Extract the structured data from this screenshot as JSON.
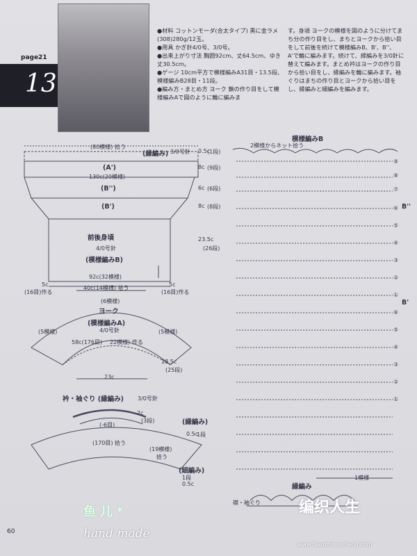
{
  "header": {
    "page_label": "page21",
    "pattern_number": "13"
  },
  "materials": {
    "line1": "●材料 コットンモーダ(合太タイプ) 黒に金ラメ(308)280g/12玉。",
    "line2": "●用具 かぎ針4/0号、3/0号。",
    "line3": "●出来上がり寸法 胸囲92cm、丈64.5cm、ゆき丈30.5cm。",
    "line4": "●ゲージ 10cm平方で模様編みA31目・13.5段、模様編みB28目・11段。",
    "line5": "●編み方・まとめ方 ヨーク 鎖の作り目をして模様編みAで図のように輪に編みま"
  },
  "steps_text": "す。身頃 ヨークの模様を図のように分けてまち分の作り目をし、まちとヨークから拾い目をして前後を続けて模様編みB、B'、B''、A'で輪に編みます。続けて、縁編みを3/0針に替えて編みます。まとめ衿はヨークの作り目から拾い目をし、縁編みを輪に編みます。袖ぐりはまちの作り目とヨークから拾い目をし、縁編みと細編みを編みます。",
  "body_diagram": {
    "top_pickup": "(80模様) 拾う",
    "edge_label": "(縁編み)",
    "edge_needle": "3/0号針",
    "edge_h": "0.5c",
    "edge_rows": "(1段)",
    "band1": "(A')",
    "band1_h": "8c",
    "band1_rows": "(9段)",
    "width_label": "130c(20模様)",
    "band2": "(B'')",
    "band2_h": "6c",
    "band2_rows": "(6段)",
    "band3": "(B')",
    "band3_h": "8c",
    "band3_rows": "(8段)",
    "main_h": "23.5c",
    "main_rows": "(26段)",
    "title": "前後身頃",
    "needle": "4/0号針",
    "pattern": "(模様編みB)",
    "bottom_width": "92c(32模様)",
    "gusset_left": "5c",
    "gusset_left_rows": "(16目)作る",
    "center_pick": "40c(14模様) 拾う",
    "gusset_right": "5c",
    "gusset_right_rows": "(16目)作る"
  },
  "yoke_diagram": {
    "top": "(6模様)",
    "title": "ヨーク",
    "pattern": "(模様編みA)",
    "needle": "4/0号針",
    "side_left": "(5模様)",
    "side_right": "(5模様)",
    "inner": "58c(176目)",
    "inner_make": "22模様) 作る",
    "depth": "18.5c",
    "depth_rows": "(25段)",
    "width": "23c"
  },
  "collar_diagram": {
    "title": "衿・袖ぐり (縁編み)",
    "needle": "3/0号針",
    "top_h": "2c",
    "top_rows": "(3段)",
    "ring": "(-6目)",
    "pick": "(170目) 拾う",
    "edge_label": "(縁編み)",
    "edge_h": "0.5c",
    "edge_rows": "1段",
    "side": "(19模様)",
    "side_pick": "拾う",
    "fine_label": "(細編み)",
    "fine_rows": "1段",
    "fine_h": "0.5c"
  },
  "chart": {
    "title": "模様編みB",
    "repeat_note": "2模様からネット拾う",
    "label_b2": "B''",
    "label_b1": "B'",
    "one_repeat": "1模様",
    "row_nums": [
      "⑨",
      "⑧",
      "⑦",
      "⑥",
      "⑤",
      "④",
      "③",
      "②",
      "①",
      "⑥",
      "⑤",
      "④",
      "③",
      "②",
      "①"
    ]
  },
  "edge_chart": {
    "title": "縁編み",
    "note": "襟・袖ぐり"
  },
  "footer": {
    "page_no": "60"
  },
  "watermark": {
    "cjk": "鱼儿*",
    "handmade": "hand made",
    "site": "编织人生",
    "url": "www.bianzhirensheng.com"
  }
}
